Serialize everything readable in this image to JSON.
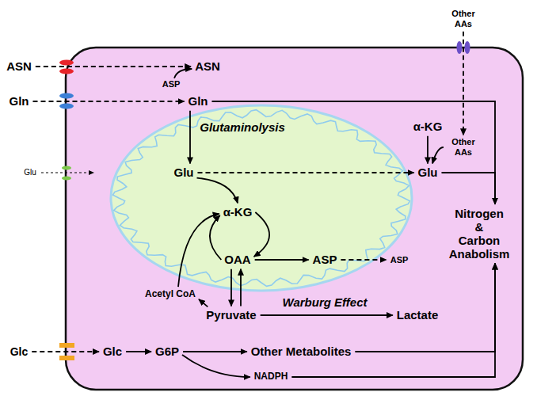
{
  "diagram": {
    "nodes": [
      {
        "text": [
          "ASN"
        ]
      },
      {
        "text": [
          "ASN"
        ]
      },
      {
        "text": [
          "ASP"
        ]
      },
      {
        "text": [
          "Gln"
        ]
      },
      {
        "text": [
          "Gln"
        ]
      },
      {
        "text": [
          "Other AAs"
        ]
      },
      {
        "text": [
          "Glu"
        ]
      },
      {
        "text": [
          "Glu"
        ]
      },
      {
        "text": [
          "α-KG"
        ]
      },
      {
        "text": [
          "Other AAs"
        ]
      },
      {
        "text": [
          "Glu"
        ]
      },
      {
        "text": [
          "α-KG"
        ]
      },
      {
        "text": [
          "Nitrogen & Carbon Anabolism"
        ]
      },
      {
        "text": [
          "OAA"
        ]
      },
      {
        "text": [
          "ASP"
        ]
      },
      {
        "text": [
          "ASP"
        ]
      },
      {
        "text": [
          "Acetyl CoA"
        ]
      },
      {
        "text": [
          "Pyruvate"
        ]
      },
      {
        "text": [
          "Lactate"
        ]
      },
      {
        "text": [
          "Glc"
        ]
      },
      {
        "text": [
          "Glc"
        ]
      },
      {
        "text": [
          "G6P"
        ]
      },
      {
        "text": [
          "Other Metabolites"
        ]
      },
      {
        "text": [
          "NADPH"
        ]
      }
    ],
    "edges": [
      {
        "from": 0,
        "to": 1,
        "arrow": "to"
      },
      {
        "from": 2,
        "to": 1,
        "arrow": "to"
      },
      {
        "from": 3,
        "to": 4,
        "arrow": "to"
      },
      {
        "from": 4,
        "to": 7,
        "arrow": "to",
        "label": "Glutaminolysis"
      },
      {
        "from": 4,
        "to": 12,
        "arrow": "to"
      },
      {
        "from": 5,
        "to": 9,
        "arrow": "to"
      },
      {
        "from": 7,
        "to": 10,
        "arrow": "to"
      },
      {
        "from": 7,
        "to": 11,
        "arrow": "to"
      },
      {
        "from": 8,
        "to": 10,
        "arrow": "to"
      },
      {
        "from": 9,
        "to": 10,
        "arrow": "to"
      },
      {
        "from": 10,
        "to": 12,
        "arrow": "to"
      },
      {
        "from": 11,
        "to": 13,
        "arrow": "to"
      },
      {
        "from": 13,
        "to": 11,
        "arrow": "to"
      },
      {
        "from": 16,
        "to": 11,
        "arrow": "to"
      },
      {
        "from": 13,
        "to": 14,
        "arrow": "to"
      },
      {
        "from": 14,
        "to": 15,
        "arrow": "to"
      },
      {
        "from": 13,
        "to": 17,
        "arrow": "to"
      },
      {
        "from": 17,
        "to": 13,
        "arrow": "to"
      },
      {
        "from": 17,
        "to": 16,
        "arrow": "to"
      },
      {
        "from": 17,
        "to": 18,
        "arrow": "to",
        "label": "Warburg Effect"
      },
      {
        "from": 19,
        "to": 20,
        "arrow": "to"
      },
      {
        "from": 20,
        "to": 21,
        "arrow": "to"
      },
      {
        "from": 21,
        "to": 22,
        "arrow": "to"
      },
      {
        "from": 21,
        "to": 23,
        "arrow": "to"
      },
      {
        "from": 22,
        "to": 12,
        "arrow": "to"
      },
      {
        "from": 23,
        "to": 12,
        "arrow": "to"
      }
    ]
  }
}
